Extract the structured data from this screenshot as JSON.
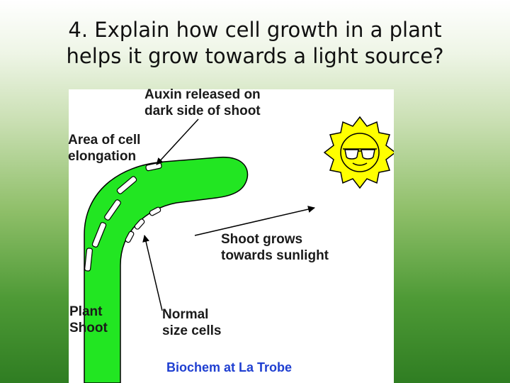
{
  "slide": {
    "title": "4. Explain how cell growth in a plant\nhelps it  grow towards a light source?"
  },
  "diagram": {
    "labels": {
      "auxin": [
        "Auxin released on",
        "dark side of shoot"
      ],
      "elongation": [
        "Area of cell",
        "elongation"
      ],
      "shoot_grows": [
        "Shoot grows",
        "towards sunlight"
      ],
      "normal_cells": [
        "Normal",
        "size cells"
      ],
      "plant_shoot": [
        "Plant",
        "Shoot"
      ]
    },
    "credit": "Biochem at La Trobe",
    "colors": {
      "shoot": "#22e622",
      "sun": "#ffff00",
      "credit": "#1f3fd1"
    },
    "icons": [
      "sun-icon",
      "sunglasses-icon"
    ]
  }
}
